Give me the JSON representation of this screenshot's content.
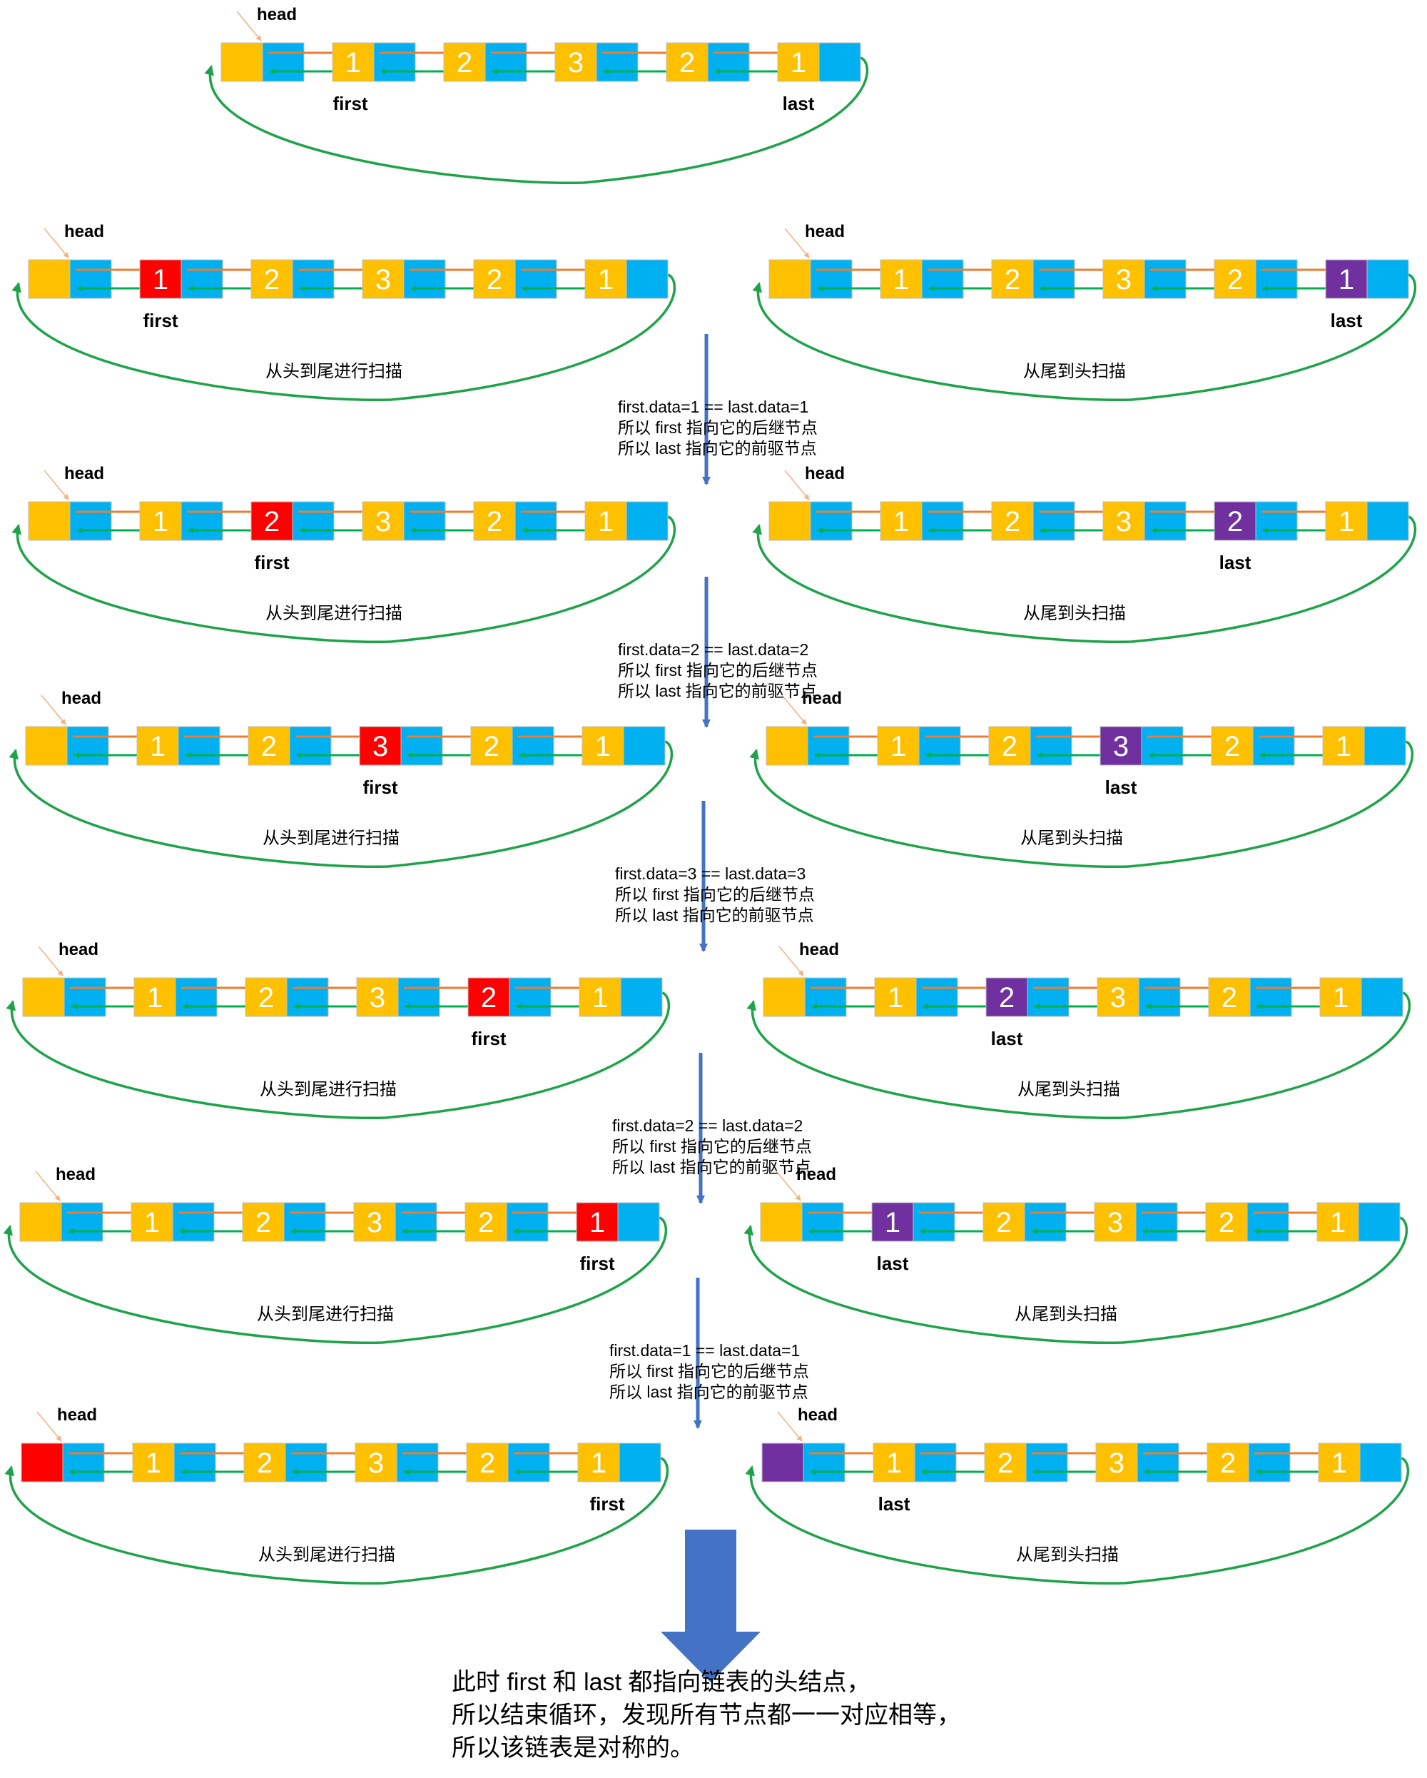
{
  "colors": {
    "data_cell": "#FFC000",
    "pointer_cell": "#00B0F0",
    "first_highlight": "#FF0000",
    "last_highlight": "#7030A0",
    "next_arrow": "#ED7D31",
    "prev_arrow": "#00B050",
    "loop": "#1FA34A",
    "head_arrow": "#F4B183",
    "step_arrow": "#4472C4",
    "cell_border": "#BFBFBF",
    "digit": "#ffffff",
    "text": "#000000"
  },
  "labels": {
    "head": "head",
    "first": "first",
    "last": "last",
    "scan_forward": "从头到尾进行扫描",
    "scan_backward": "从尾到头扫描"
  },
  "top_list": {
    "values": [
      "",
      "1",
      "2",
      "3",
      "2",
      "1"
    ],
    "first_at": 1,
    "last_at": 5
  },
  "rows": [
    {
      "left": {
        "values": [
          "",
          "1",
          "2",
          "3",
          "2",
          "1"
        ],
        "highlight": 1
      },
      "right": {
        "values": [
          "",
          "1",
          "2",
          "3",
          "2",
          "1"
        ],
        "highlight": 5
      }
    },
    {
      "left": {
        "values": [
          "",
          "1",
          "2",
          "3",
          "2",
          "1"
        ],
        "highlight": 2
      },
      "right": {
        "values": [
          "",
          "1",
          "2",
          "3",
          "2",
          "1"
        ],
        "highlight": 4
      }
    },
    {
      "left": {
        "values": [
          "",
          "1",
          "2",
          "3",
          "2",
          "1"
        ],
        "highlight": 3
      },
      "right": {
        "values": [
          "",
          "1",
          "2",
          "3",
          "2",
          "1"
        ],
        "highlight": 3
      }
    },
    {
      "left": {
        "values": [
          "",
          "1",
          "2",
          "3",
          "2",
          "1"
        ],
        "highlight": 4
      },
      "right": {
        "values": [
          "",
          "1",
          "2",
          "3",
          "2",
          "1"
        ],
        "highlight": 2
      }
    },
    {
      "left": {
        "values": [
          "",
          "1",
          "2",
          "3",
          "2",
          "1"
        ],
        "highlight": 5
      },
      "right": {
        "values": [
          "",
          "1",
          "2",
          "3",
          "2",
          "1"
        ],
        "highlight": 1
      }
    },
    {
      "left": {
        "values": [
          "",
          "1",
          "2",
          "3",
          "2",
          "1"
        ],
        "highlight": 0,
        "pointer_label_under": 5
      },
      "right": {
        "values": [
          "",
          "1",
          "2",
          "3",
          "2",
          "1"
        ],
        "highlight": 0,
        "pointer_label_under": 1
      }
    }
  ],
  "steps": [
    [
      "first.data=1 == last.data=1",
      "所以 first 指向它的后继节点",
      "所以 last 指向它的前驱节点"
    ],
    [
      "first.data=2 == last.data=2",
      "所以 first 指向它的后继节点",
      "所以 last 指向它的前驱节点"
    ],
    [
      "first.data=3 == last.data=3",
      "所以 first 指向它的后继节点",
      "所以 last 指向它的前驱节点"
    ],
    [
      "first.data=2 == last.data=2",
      "所以 first 指向它的后继节点",
      "所以 last 指向它的前驱节点"
    ],
    [
      "first.data=1 == last.data=1",
      "所以 first 指向它的后继节点",
      "所以 last 指向它的前驱节点"
    ]
  ],
  "conclusion": [
    "此时 first 和 last 都指向链表的头结点，",
    "所以结束循环，发现所有节点都一一对应相等，",
    "所以该链表是对称的。"
  ]
}
